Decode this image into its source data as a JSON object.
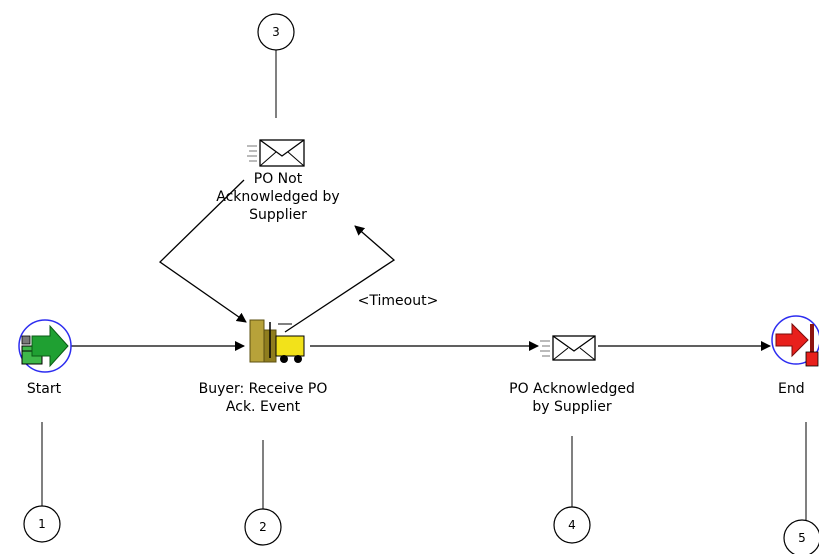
{
  "nodes": {
    "start": {
      "label": "Start"
    },
    "receive": {
      "label_line1": "Buyer: Receive PO",
      "label_line2": "Ack. Event"
    },
    "not_ack": {
      "label_line1": "PO Not",
      "label_line2": "Acknowledged by",
      "label_line3": "Supplier"
    },
    "ack": {
      "label_line1": "PO Acknowledged",
      "label_line2": "by Supplier"
    },
    "end": {
      "label": "End"
    }
  },
  "edges": {
    "timeout_label": "<Timeout>"
  },
  "callouts": [
    "1",
    "2",
    "3",
    "4",
    "5"
  ]
}
